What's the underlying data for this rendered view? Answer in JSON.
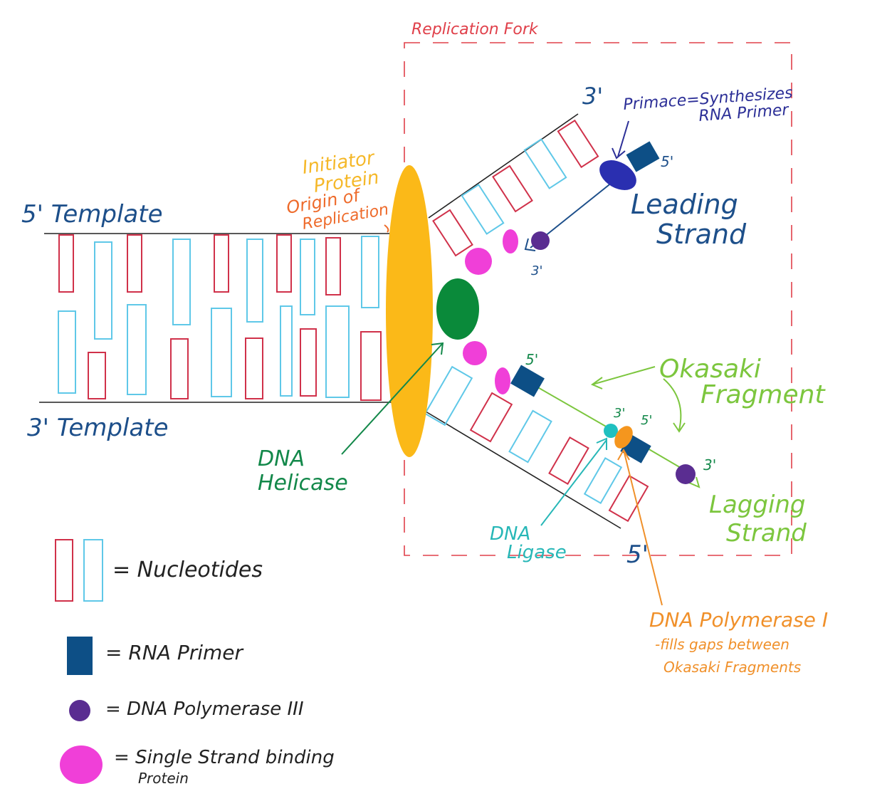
{
  "colors": {
    "nucleotide_red": "#d0314a",
    "nucleotide_blue": "#5fc8e8",
    "backbone": "#222222",
    "initiator": "#fbb918",
    "helicase": "#0a8a3a",
    "primer": "#0d4f86",
    "pol3": "#5a2d91",
    "ssb": "#f03fd8",
    "primase": "#2a2fb0",
    "ligase": "#1fc0c0",
    "pol1": "#f5961e",
    "fork_box": "#e0404a",
    "label_blue": "#1d4f8a",
    "label_green_dark": "#13884a",
    "label_green_light": "#7cc63e",
    "label_orange": "#f0902a",
    "label_yellow": "#f5b829",
    "label_orange_red": "#ee6a2a",
    "label_navy": "#2c2f97",
    "label_teal": "#27b7b7",
    "label_black": "#222222"
  },
  "labels": {
    "replication_fork": "Replication Fork",
    "template_5": "5' Template",
    "template_3": "3' Template",
    "initiator_protein_1": "Initiator",
    "initiator_protein_2": "Protein",
    "origin_1": "Origin of",
    "origin_2": "Replication",
    "primase_1": "Primace=Synthesizes",
    "primase_2": "RNA Primer",
    "leading_3prime_top": "3'",
    "leading_5prime": "5'",
    "leading_3prime_end": "3'",
    "leading_1": "Leading",
    "leading_2": "Strand",
    "lagging_5prime_primer": "5'",
    "okasaki_1": "Okasaki",
    "okasaki_2": "Fragment",
    "lig_3prime": "3'",
    "lig_5prime": "5'",
    "lagging_3prime_end": "3'",
    "lagging_1": "Lagging",
    "lagging_2": "Strand",
    "lagging_5prime_bottom": "5'",
    "helicase_1": "DNA",
    "helicase_2": "Helicase",
    "ligase_1": "DNA",
    "ligase_2": "Ligase",
    "pol1_1": "DNA Polymerase I",
    "pol1_2": "-fills gaps between",
    "pol1_3": "Okasaki Fragments"
  },
  "legend": {
    "nucleotides": "= Nucleotides",
    "rna_primer": "= RNA Primer",
    "dna_pol3": "= DNA Polymerase III",
    "ssb_1": "= Single Strand binding",
    "ssb_2": "Protein"
  }
}
